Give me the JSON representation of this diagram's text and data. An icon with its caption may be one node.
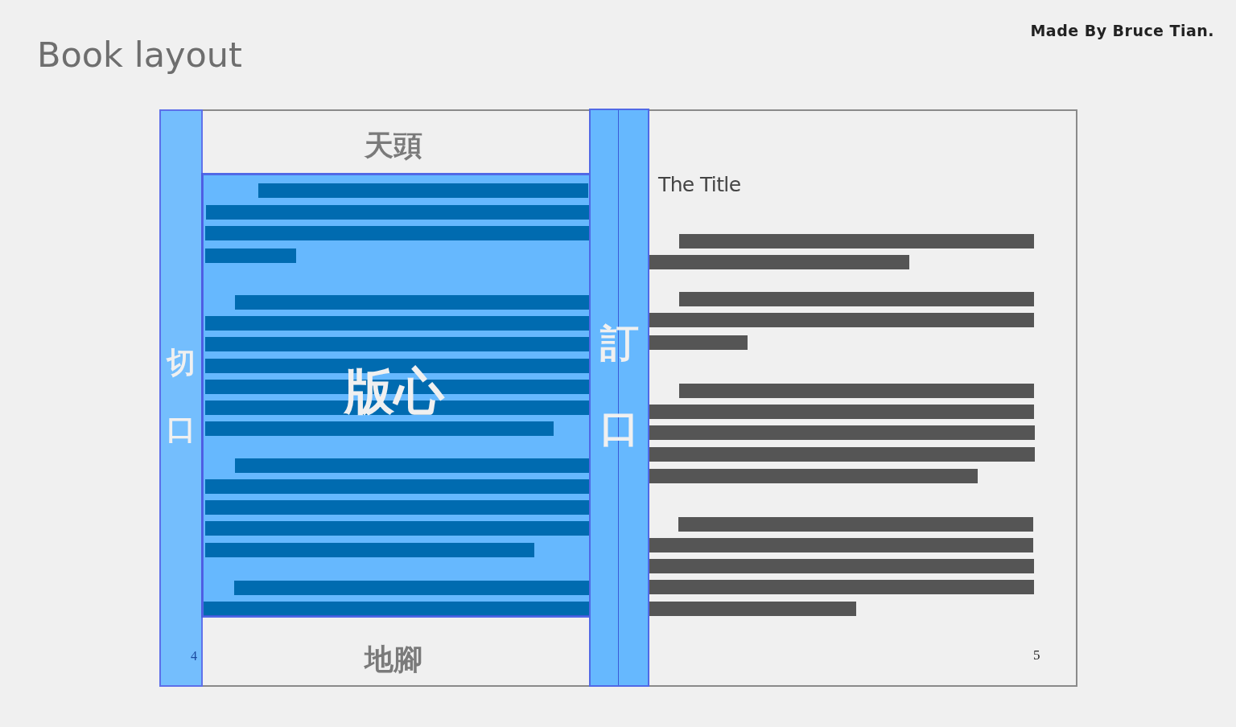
{
  "diagram": {
    "title": "Book layout",
    "nodes": [
      {
        "text": [
          "切口"
        ]
      },
      {
        "text": [
          "版心"
        ]
      },
      {
        "text": [
          "訂口"
        ]
      }
    ],
    "labels": [
      "Made By Bruce Tian.",
      "天頭",
      "地腳",
      "4",
      "The Title",
      "5"
    ]
  }
}
